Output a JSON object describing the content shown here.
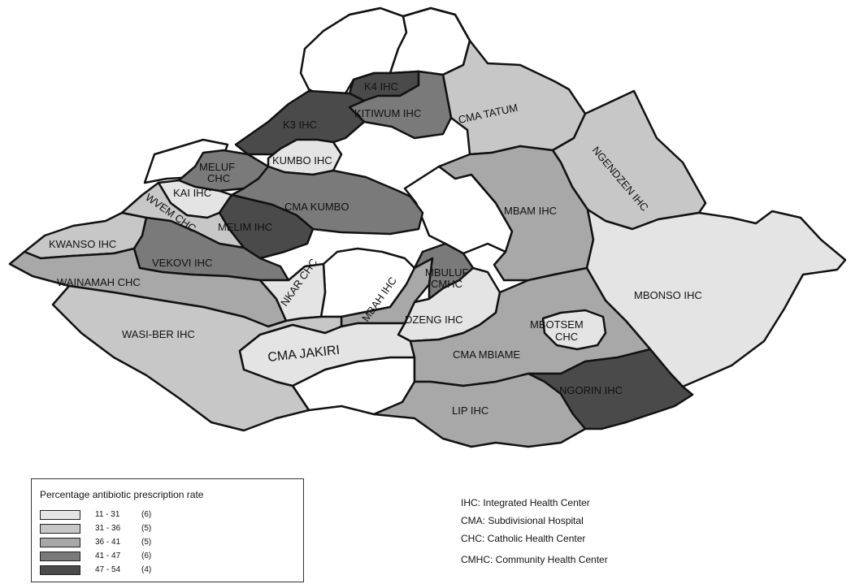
{
  "colors": {
    "c1": "#e4e4e4",
    "c2": "#c7c7c7",
    "c3": "#a8a8a8",
    "c4": "#7a7a7a",
    "c5": "#4a4a4a",
    "blank": "#ffffff"
  },
  "regions": [
    {
      "name": "CMA TATUM",
      "cls": "c2"
    },
    {
      "name": "NGENDZEN IHC",
      "cls": "c2"
    },
    {
      "name": "MBAM IHC",
      "cls": "c3"
    },
    {
      "name": "MBONSO IHC",
      "cls": "c1"
    },
    {
      "name": "K4 IHC",
      "cls": "c5"
    },
    {
      "name": "KITIWUM IHC",
      "cls": "c4"
    },
    {
      "name": "K3 IHC",
      "cls": "c5"
    },
    {
      "name": "KUMBO IHC",
      "cls": "c1"
    },
    {
      "name": "MELUF CHC",
      "cls": "c4"
    },
    {
      "name": "KAI IHC",
      "cls": "c1"
    },
    {
      "name": "CMA KUMBO",
      "cls": "c4"
    },
    {
      "name": "MELIM IHC",
      "cls": "c5"
    },
    {
      "name": "WVEM CHC",
      "cls": "c2"
    },
    {
      "name": "KWANSO IHC",
      "cls": "c2"
    },
    {
      "name": "VEKOVI IHC",
      "cls": "c4"
    },
    {
      "name": "WAINAMAH CHC",
      "cls": "c3"
    },
    {
      "name": "NKAR CHC",
      "cls": "c1"
    },
    {
      "name": "MBAH IHC",
      "cls": "c3"
    },
    {
      "name": "MBULUF CMHC",
      "cls": "c4"
    },
    {
      "name": "DZENG IHC",
      "cls": "c1"
    },
    {
      "name": "WASI-BER IHC",
      "cls": "c2"
    },
    {
      "name": "CMA JAKIRI",
      "cls": "c1"
    },
    {
      "name": "CMA MBIAME",
      "cls": "c3"
    },
    {
      "name": "MBOTSEM CHC",
      "cls": "c1"
    },
    {
      "name": "NGORIN IHC",
      "cls": "c5"
    },
    {
      "name": "LIP IHC",
      "cls": "c3"
    }
  ],
  "legend": {
    "title": "Percentage antibiotic prescription rate",
    "classes": [
      {
        "range": "11 - 31",
        "count": "(6)",
        "cls": "c1"
      },
      {
        "range": "31 - 36",
        "count": "(5)",
        "cls": "c2"
      },
      {
        "range": "36 - 41",
        "count": "(5)",
        "cls": "c3"
      },
      {
        "range": "41 - 47",
        "count": "(6)",
        "cls": "c4"
      },
      {
        "range": "47 - 54",
        "count": "(4)",
        "cls": "c5"
      }
    ]
  },
  "abbreviations": [
    "IHC: Integrated Health Center",
    "CMA: Subdivisional Hospital",
    "CHC: Catholic Health Center",
    "CMHC: Community Health Center"
  ]
}
